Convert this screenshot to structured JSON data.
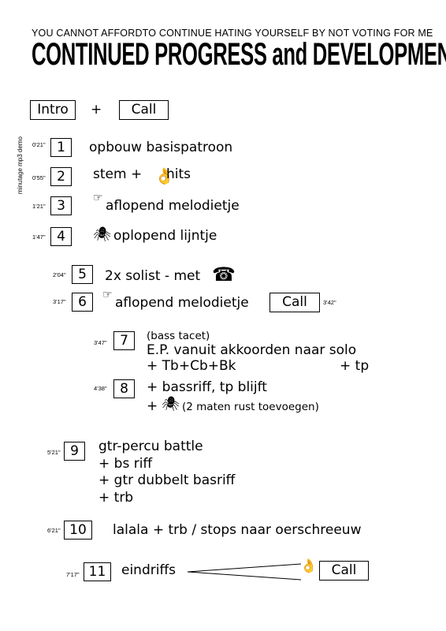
{
  "header": {
    "subtitle": "YOU CANNOT AFFORDTO CONTINUE HATING YOURSELF BY NOT VOTING FOR ME",
    "title": "CONTINUED PROGRESS and DEVELOPMENT"
  },
  "intro": {
    "intro_label": "Intro",
    "plus": "+",
    "call_label": "Call"
  },
  "side_note": "minutage mp3 demo",
  "sections": [
    {
      "num": "1",
      "time": "0'21\"",
      "text": "opbouw basispatroon"
    },
    {
      "num": "2",
      "time": "0'55\"",
      "text": "stem +",
      "text2": "hits",
      "icon": "ok-hand-icon"
    },
    {
      "num": "3",
      "time": "1'21\"",
      "text": "aflopend melodietje",
      "icon": "pointing-hand-icon"
    },
    {
      "num": "4",
      "time": "1'47\"",
      "text": "oplopend lijntje",
      "icon": "spider-icon"
    },
    {
      "num": "5",
      "time": "2'04\"",
      "text": "2x solist - met",
      "icon": "telephone-icon"
    },
    {
      "num": "6",
      "time": "3'17\"",
      "text": "aflopend melodietje",
      "icon": "pointing-hand-icon",
      "call_label": "Call",
      "call_time": "3'42\""
    },
    {
      "num": "7",
      "time": "3'47\"",
      "note": "(bass tacet)",
      "lines": [
        "E.P. vanuit akkoorden naar solo",
        "+ Tb+Cb+Bk"
      ],
      "right": "+ tp"
    },
    {
      "num": "8",
      "time": "4'38\"",
      "lines": [
        "+ bassriff, tp blijft"
      ],
      "plus": "+",
      "icon": "spider-icon",
      "note": "(2 maten rust toevoegen)"
    },
    {
      "num": "9",
      "time": "5'21\"",
      "lines": [
        "gtr-percu battle",
        "+ bs riff",
        "+ gtr dubbelt basriff",
        "+ trb"
      ]
    },
    {
      "num": "10",
      "time": "6'21\"",
      "text": "lalala + trb / stops naar oerschreeuw"
    },
    {
      "num": "11",
      "time": "7'17\"",
      "text": "eindriffs",
      "icon": "ok-hand-icon",
      "call_label": "Call"
    }
  ]
}
